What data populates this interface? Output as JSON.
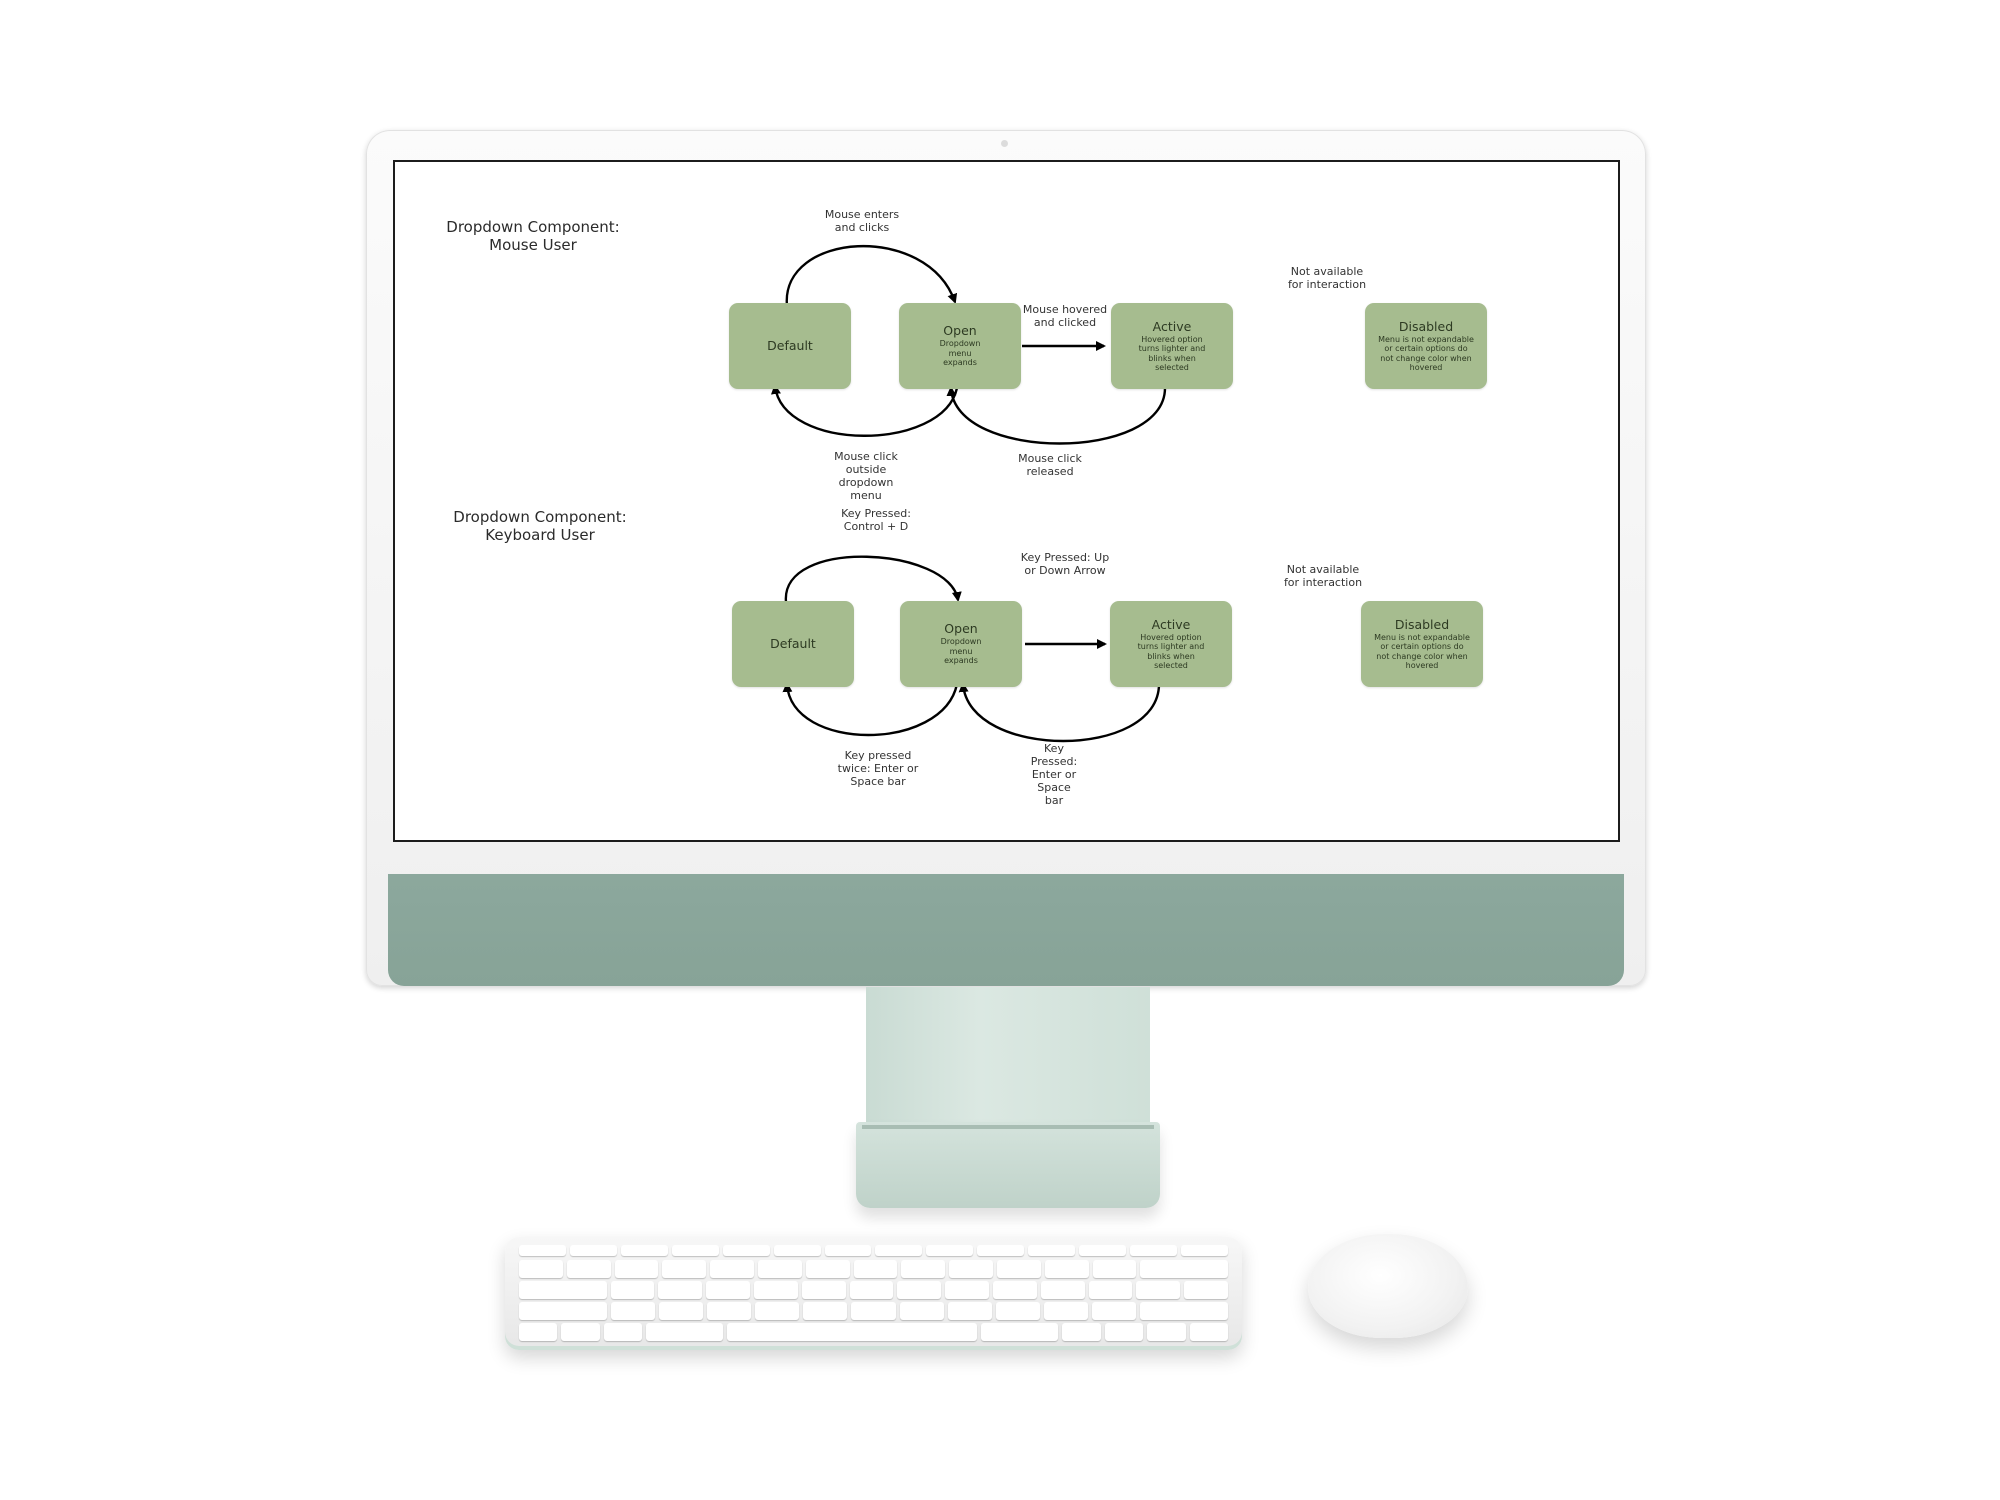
{
  "diagram": {
    "mouse": {
      "title": "Dropdown Component:\nMouse User",
      "states": {
        "default": {
          "name": "Default",
          "desc": ""
        },
        "open": {
          "name": "Open",
          "desc": "Dropdown\nmenu\nexpands"
        },
        "active": {
          "name": "Active",
          "desc": "Hovered option\nturns lighter and\nblinks when\nselected"
        },
        "disabled": {
          "name": "Disabled",
          "desc": "Menu is not expandable\nor certain options do\nnot change color when\nhovered"
        }
      },
      "labels": {
        "default_to_open": "Mouse enters\nand clicks",
        "open_to_active": "Mouse hovered\nand clicked",
        "open_to_default": "Mouse click\noutside\ndropdown\nmenu",
        "active_to_open": "Mouse click\nreleased",
        "disabled_note": "Not available\nfor interaction"
      }
    },
    "keyboard": {
      "title": "Dropdown Component:\nKeyboard User",
      "states": {
        "default": {
          "name": "Default",
          "desc": ""
        },
        "open": {
          "name": "Open",
          "desc": "Dropdown\nmenu\nexpands"
        },
        "active": {
          "name": "Active",
          "desc": "Hovered option\nturns lighter and\nblinks when\nselected"
        },
        "disabled": {
          "name": "Disabled",
          "desc": "Menu is not expandable\nor certain options do\nnot change color when\nhovered"
        }
      },
      "labels": {
        "default_to_open": "Key Pressed:\nControl + D",
        "open_to_active": "Key Pressed: Up\nor Down Arrow",
        "open_to_default": "Key pressed\ntwice: Enter or\nSpace bar",
        "active_to_open": "Key\nPressed:\nEnter or\nSpace\nbar",
        "disabled_note": "Not available\nfor interaction"
      }
    }
  },
  "colors": {
    "state_fill": "#a6bc8f",
    "imac_chin": "#8ca89d",
    "stand": "#d4e3dc"
  }
}
